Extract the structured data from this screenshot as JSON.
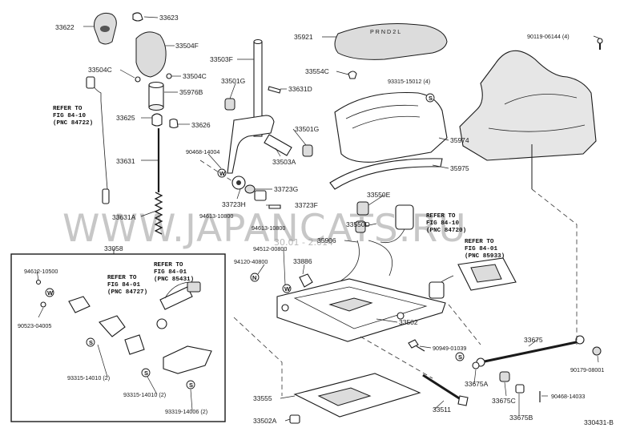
{
  "diagram_id": "330431-B",
  "watermark": "WWW.JAPANCATS.RU",
  "watermark_small": "30.01 - 2.014",
  "inset_label": "33058",
  "parts": {
    "p33622": "33622",
    "p33623": "33623",
    "p33504F": "33504F",
    "p33504C_a": "33504C",
    "p33504C_b": "33504C",
    "p33503F": "33503F",
    "p33501G_a": "33501G",
    "p33631D": "33631D",
    "p35976B": "35976B",
    "p33625": "33625",
    "p33626": "33626",
    "p33631": "33631",
    "p33631A": "33631A",
    "p90468_14004": "90468-14004",
    "p33501G_b": "33501G",
    "p33503A": "33503A",
    "p33723G": "33723G",
    "p33723H": "33723H",
    "p33723F": "33723F",
    "p94613_10800_a": "94613-10800",
    "p94613_10800_b": "94613-10800",
    "p35921": "35921",
    "p33554C": "33554C",
    "p93315_15012": "93315-15012 (4)",
    "p35974": "35974",
    "p35975": "35975",
    "p33550E": "33550E",
    "p33550D": "33550D",
    "p35906": "35906",
    "p90119_06144": "90119-06144 (4)",
    "p94512_00800": "94512-00800",
    "p94120_40800": "94120-40800",
    "p33886": "33886",
    "p33502": "33502",
    "p90949_01039": "90949-01039",
    "p33675": "33675",
    "p90179_08001": "90179-08001",
    "p33675A": "33675A",
    "p33675C": "33675C",
    "p33675B": "33675B",
    "p90468_14033": "90468-14033",
    "p33555": "33555",
    "p33511": "33511",
    "p33502A": "33502A",
    "p94612_10500": "94612-10500",
    "p90523_04005": "90523-04005",
    "p93315_14010_a": "93315-14010 (2)",
    "p93315_14010_b": "93315-14010 (2)",
    "p93319_14006": "93319-14006 (2)"
  },
  "callouts": {
    "W": "W",
    "S": "S",
    "N": "N"
  },
  "refs": [
    {
      "l1": "REFER TO",
      "l2": "FIG 84-10",
      "l3": "(PNC 84722)"
    },
    {
      "l1": "REFER TO",
      "l2": "FIG 84-10",
      "l3": "(PNC 84720)"
    },
    {
      "l1": "REFER TO",
      "l2": "FIG 84-01",
      "l3": "(PNC 85933)"
    },
    {
      "l1": "REFER TO",
      "l2": "FIG 84-01",
      "l3": "(PNC 85431)"
    },
    {
      "l1": "REFER TO",
      "l2": "FIG 84-01",
      "l3": "(PNC 84727)"
    }
  ]
}
